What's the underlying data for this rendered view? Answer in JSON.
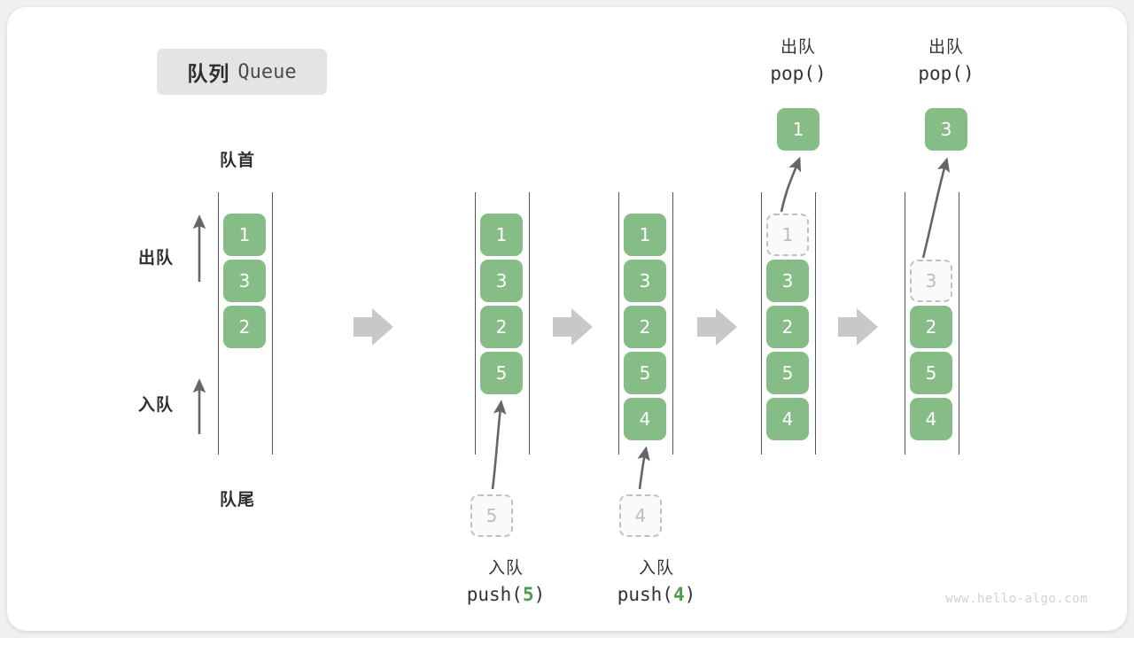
{
  "title": {
    "cn": "队列",
    "en": "Queue"
  },
  "labels": {
    "head": "队首",
    "tail": "队尾",
    "dequeue": "出队",
    "enqueue": "入队"
  },
  "colors": {
    "cell_green": "#86bd86",
    "ghost_border": "#c0c0c0",
    "ghost_text": "#bdbdbd",
    "rail": "#555555",
    "arrow_gray": "#666666",
    "step_arrow": "#c8c8c8",
    "badge_bg": "#e4e4e4",
    "accent_number": "#4f9a51",
    "watermark": "#d2d2d2"
  },
  "operations": {
    "push5": {
      "cn": "入队",
      "fn_pre": "push(",
      "fn_num": "5",
      "fn_post": ")"
    },
    "push4": {
      "cn": "入队",
      "fn_pre": "push(",
      "fn_num": "4",
      "fn_post": ")"
    },
    "pop1": {
      "cn": "出队",
      "fn": "pop()"
    },
    "pop2": {
      "cn": "出队",
      "fn": "pop()"
    }
  },
  "popped": {
    "first": "1",
    "second": "3"
  },
  "incoming": {
    "first": "5",
    "second": "4"
  },
  "columns": [
    {
      "id": "col1",
      "cells": [
        "1",
        "3",
        "2"
      ],
      "ghost_index": -1
    },
    {
      "id": "col2",
      "cells": [
        "1",
        "3",
        "2",
        "5"
      ],
      "ghost_index": -1
    },
    {
      "id": "col3",
      "cells": [
        "1",
        "3",
        "2",
        "5",
        "4"
      ],
      "ghost_index": -1
    },
    {
      "id": "col4",
      "cells": [
        "1",
        "3",
        "2",
        "5",
        "4"
      ],
      "ghost_index": 0
    },
    {
      "id": "col5",
      "cells": [
        "3",
        "2",
        "5",
        "4"
      ],
      "ghost_index": 0
    }
  ],
  "watermark": "www.hello-algo.com"
}
